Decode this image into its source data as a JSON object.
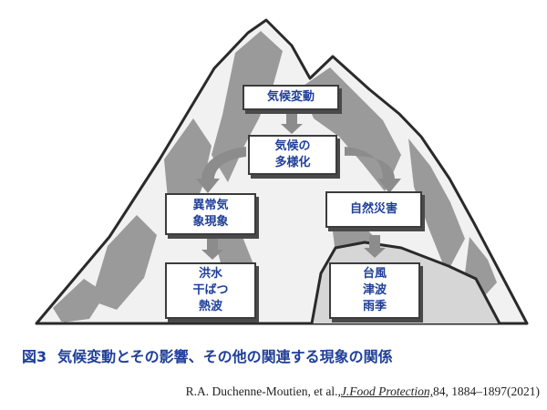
{
  "diagram": {
    "nodes": {
      "climate_change": "気候変動",
      "diversification": [
        "気候の",
        "多様化"
      ],
      "abnormal_weather": [
        "異常気",
        "象現象"
      ],
      "natural_disasters": "自然災害",
      "weather_effects": [
        "洪水",
        "干ばつ",
        "熱波"
      ],
      "disaster_types": [
        "台風",
        "津波",
        "雨季"
      ]
    },
    "edges": [
      [
        "climate_change",
        "diversification"
      ],
      [
        "diversification",
        "abnormal_weather"
      ],
      [
        "diversification",
        "natural_disasters"
      ],
      [
        "abnormal_weather",
        "weather_effects"
      ],
      [
        "natural_disasters",
        "disaster_types"
      ]
    ]
  },
  "caption": {
    "label": "図3",
    "text": "気候変動とその影響、その他の関連する現象の関係"
  },
  "citation": {
    "authors": "R.A. Duchenne-Moutien, et al.,",
    "journal": "J.Food Protection,",
    "details": "84, 1884–1897(2021)"
  },
  "colors": {
    "node_text": "#1f3f99",
    "arrow": "#8c8c8c",
    "mountain_shade": "#9a9a9a",
    "mountain_outline": "#2a2a2a"
  }
}
